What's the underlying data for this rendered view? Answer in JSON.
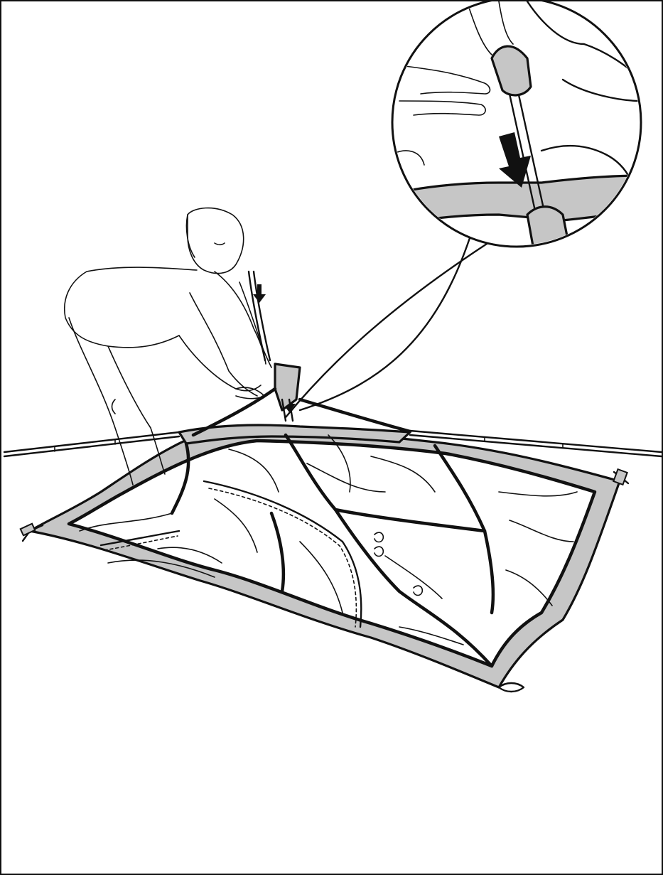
{
  "illustration": {
    "colors": {
      "ink": "#111111",
      "band_gray": "#c6c6c6",
      "paper": "#ffffff"
    },
    "icons": [
      "person-figure",
      "tent-body",
      "tent-pole",
      "magnifier-callout",
      "down-arrow-icon",
      "stake-loop-icon"
    ]
  }
}
